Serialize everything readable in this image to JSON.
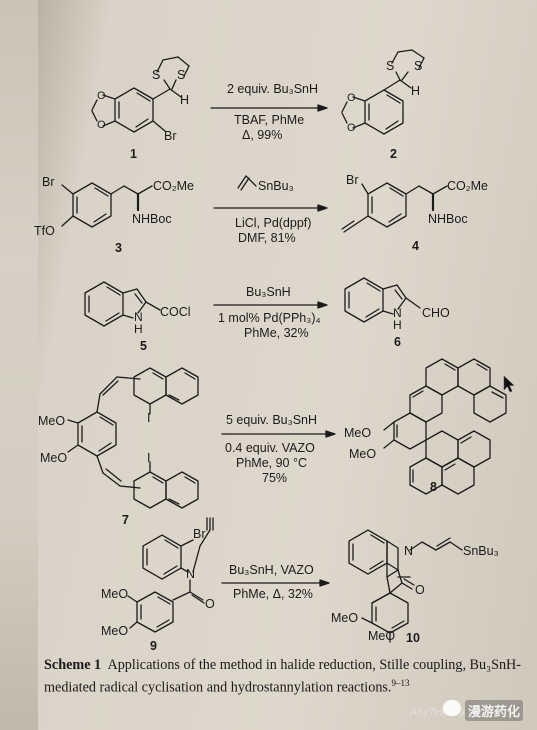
{
  "scheme": {
    "reactions": [
      {
        "reactant_label": "1",
        "reactant_substituents": {
          "dithiane_s1": "S",
          "dithiane_s2": "S",
          "h": "H",
          "halide": "Br"
        },
        "reagent_line": "2 equiv. Bu₃SnH",
        "conditions_line1": "TBAF, PhMe",
        "conditions_line2": "Δ, 99%",
        "product_label": "2",
        "product_substituents": {
          "dithiane_s1": "S",
          "dithiane_s2": "S",
          "h": "H"
        }
      },
      {
        "reactant_label": "3",
        "reactant_groups": {
          "br": "Br",
          "tfo": "TfO",
          "ester": "CO₂Me",
          "amine": "NHBoc"
        },
        "reagent_line": "SnBu₃",
        "conditions_line1": "LiCl, Pd(dppf)",
        "conditions_line2": "DMF, 81%",
        "product_label": "4",
        "product_groups": {
          "br": "Br",
          "ester": "CO₂Me",
          "amine": "NHBoc"
        }
      },
      {
        "reactant_label": "5",
        "reactant_groups": {
          "nh": "N",
          "h": "H",
          "acyl": "COCl"
        },
        "reagent_line": "Bu₃SnH",
        "conditions_line1": "1 mol% Pd(PPh₃)₄",
        "conditions_line2": "PhMe, 32%",
        "product_label": "6",
        "product_groups": {
          "nh": "N",
          "h": "H",
          "aldehyde": "CHO"
        }
      },
      {
        "reactant_label": "7",
        "reactant_groups": {
          "ome1": "MeO",
          "ome2": "MeO",
          "i1": "I",
          "i2": "I"
        },
        "reagent_line": "5 equiv. Bu₃SnH",
        "conditions_line1": "0.4 equiv. VAZO",
        "conditions_line2": "PhMe, 90 °C",
        "conditions_line3": "75%",
        "product_label": "8",
        "product_groups": {
          "ome1": "MeO",
          "ome2": "MeO"
        }
      },
      {
        "reactant_label": "9",
        "reactant_groups": {
          "br": "Br",
          "n": "N",
          "o": "O",
          "ome1": "MeO",
          "ome2": "MeO"
        },
        "reagent_line": "Bu₃SnH, VAZO",
        "conditions_line1": "PhMe, Δ, 32%",
        "product_label": "10",
        "product_groups": {
          "n": "N",
          "o": "O",
          "stannane": "SnBu₃",
          "ome1": "MeO",
          "ome2": "MeO"
        }
      }
    ]
  },
  "caption": {
    "prefix": "Scheme 1",
    "text": "Applications of the method in halide reduction, Stille coupling, Bu₃SnH-mediated radical cyclisation and hydrostannylation reactions.",
    "refs": "9–13"
  },
  "watermark": {
    "channel": "漫游药化",
    "site": "AnyTesting.com"
  },
  "colors": {
    "ink": "#1b1b1b",
    "paper": "#d9d4c7"
  }
}
